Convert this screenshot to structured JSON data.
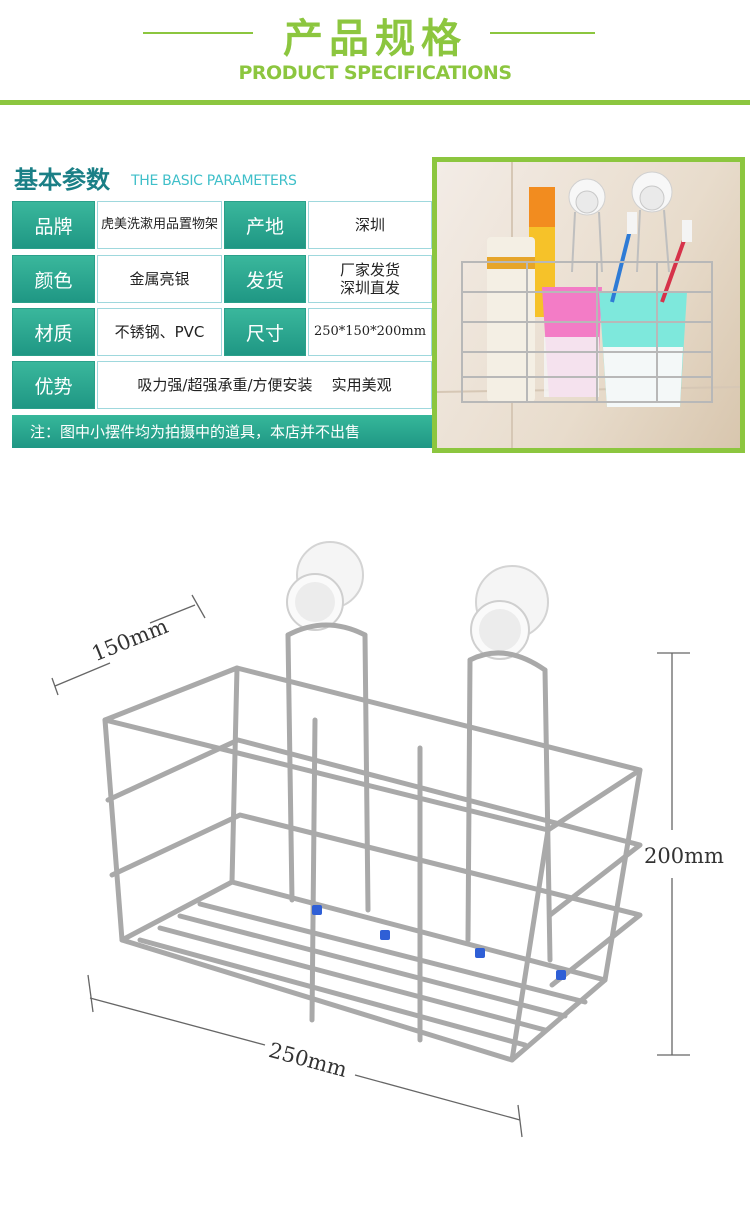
{
  "header": {
    "title": "产品规格",
    "subtitle": "PRODUCT SPECIFICATIONS"
  },
  "basic_params": {
    "title": "基本参数",
    "subtitle": "THE BASIC PARAMETERS",
    "rows": [
      {
        "label1": "品牌",
        "value1": "虎美洗漱用品置物架",
        "label2": "产地",
        "value2": "深圳"
      },
      {
        "label1": "颜色",
        "value1": "金属亮银",
        "label2": "发货",
        "value2_line1": "厂家发货",
        "value2_line2": "深圳直发"
      },
      {
        "label1": "材质",
        "value1": "不锈钢、PVC",
        "label2": "尺寸",
        "value2": "250*150*200mm"
      },
      {
        "label1": "优势",
        "value1": "吸力强/超强承重/方便安装    实用美观"
      }
    ],
    "notice": "注：图中小摆件均为拍摄中的道具，本店并不出售"
  },
  "dimensions": {
    "depth": "150mm",
    "height": "200mm",
    "width": "250mm"
  },
  "colors": {
    "green": "#8cc63f",
    "teal": "#2aa08a",
    "title_teal": "#1a7f86"
  }
}
